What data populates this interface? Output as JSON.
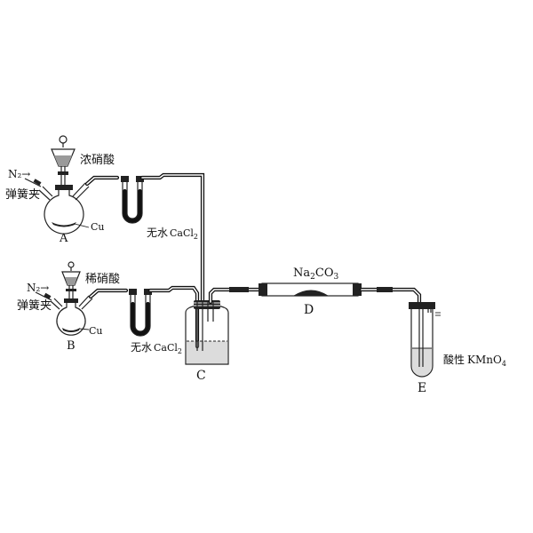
{
  "labels": {
    "n2_top": "N₂→",
    "clip_top": "弹簧夹",
    "acid_top": "浓硝酸",
    "cu_top": "Cu",
    "flask_a": "A",
    "drying_top_prefix": "无水",
    "drying_top_formula": "CaCl",
    "drying_top_sub": "2",
    "n2_bottom": "N₂→",
    "clip_bottom": "弹簧夹",
    "acid_bottom": "稀硝酸",
    "cu_bottom": "Cu",
    "flask_b": "B",
    "drying_bottom_prefix": "无水",
    "drying_bottom_formula": "CaCl",
    "drying_bottom_sub": "2",
    "bottle_c": "C",
    "na2co3_a": "Na",
    "na2co3_sub1": "2",
    "na2co3_b": "CO",
    "na2co3_sub2": "3",
    "tube_d": "D",
    "kmno4_prefix": "酸性",
    "kmno4_formula": "KMnO",
    "kmno4_sub": "4",
    "tube_e": "E"
  }
}
